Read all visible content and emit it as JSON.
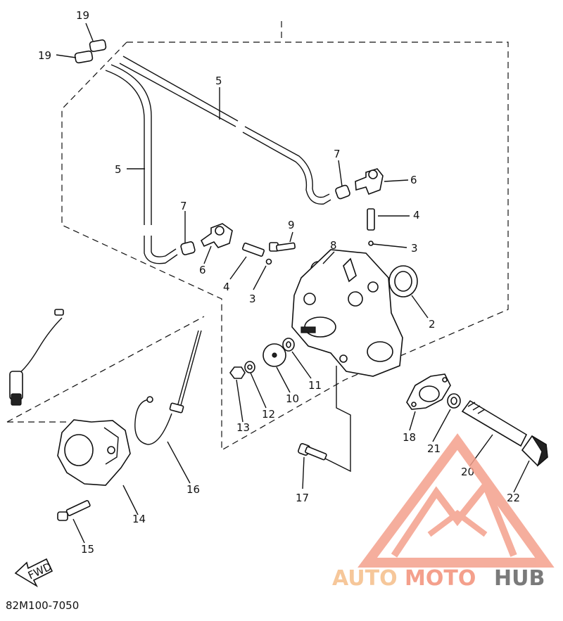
{
  "diagram": {
    "catalog_code": "82M100-7050",
    "direction_badge": "FWD",
    "watermark": {
      "part1": "AUTO",
      "part2": "MOTO",
      "part3": "HUB",
      "color_primary": "#f4a08c",
      "color_secondary": "#f6c79a",
      "color_tertiary": "#7a7a7a"
    },
    "callouts": [
      {
        "id": "c19a",
        "text": "19"
      },
      {
        "id": "c19b",
        "text": "19"
      },
      {
        "id": "c5a",
        "text": "5"
      },
      {
        "id": "c5b",
        "text": "5"
      },
      {
        "id": "c7a",
        "text": "7"
      },
      {
        "id": "c6a",
        "text": "6"
      },
      {
        "id": "c4a",
        "text": "4"
      },
      {
        "id": "c3a",
        "text": "3"
      },
      {
        "id": "c7b",
        "text": "7"
      },
      {
        "id": "c6b",
        "text": "6"
      },
      {
        "id": "c4b",
        "text": "4"
      },
      {
        "id": "c9",
        "text": "9"
      },
      {
        "id": "c3b",
        "text": "3"
      },
      {
        "id": "c8",
        "text": "8"
      },
      {
        "id": "c2",
        "text": "2"
      },
      {
        "id": "c11",
        "text": "11"
      },
      {
        "id": "c10",
        "text": "10"
      },
      {
        "id": "c12",
        "text": "12"
      },
      {
        "id": "c13",
        "text": "13"
      },
      {
        "id": "c18",
        "text": "18"
      },
      {
        "id": "c21",
        "text": "21"
      },
      {
        "id": "c20",
        "text": "20"
      },
      {
        "id": "c22",
        "text": "22"
      },
      {
        "id": "c16",
        "text": "16"
      },
      {
        "id": "c14",
        "text": "14"
      },
      {
        "id": "c17",
        "text": "17"
      },
      {
        "id": "c15",
        "text": "15"
      }
    ]
  }
}
